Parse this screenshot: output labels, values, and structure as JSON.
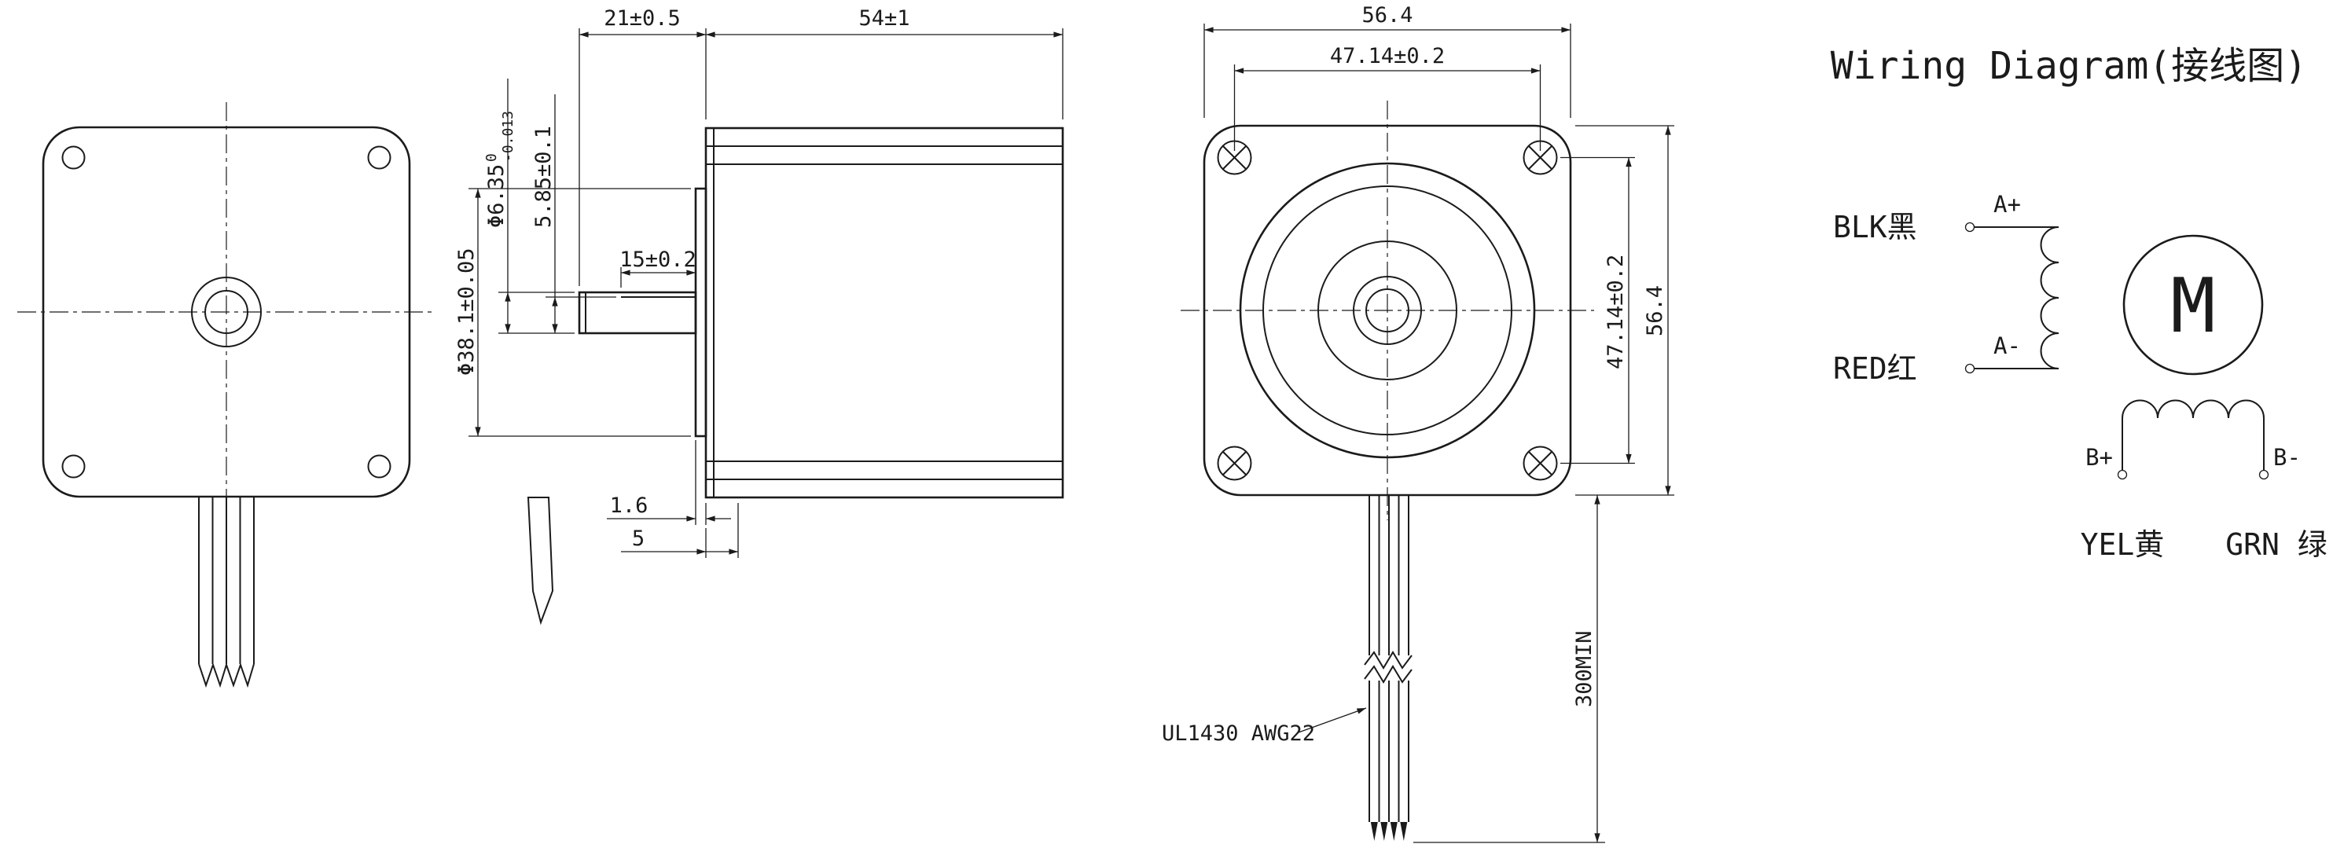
{
  "side_view": {
    "dim_shaft_length": "21±0.5",
    "dim_body_length": "54±1",
    "dim_shaft_dia": "Φ6.35",
    "dim_shaft_dia_tol_upper": "0",
    "dim_shaft_dia_tol_lower": "-0.013",
    "dim_shaft_flat": "5.85±0.1",
    "dim_flat_length": "15±0.2",
    "dim_pilot_dia": "Φ38.1±0.05",
    "dim_pilot_height": "1.6",
    "dim_face_offset": "5"
  },
  "rear_view": {
    "dim_width_top": "56.4",
    "dim_hole_spacing_top": "47.14±0.2",
    "dim_hole_spacing_side": "47.14±0.2",
    "dim_width_side": "56.4",
    "dim_lead_length": "300MIN",
    "label_wire_spec": "UL1430 AWG22"
  },
  "wiring_diagram": {
    "title": "Wiring Diagram(接线图)",
    "lead_a_plus_color": "BLK黑",
    "terminal_a_plus": "A+",
    "lead_a_minus_color": "RED红",
    "terminal_a_minus": "A-",
    "motor_symbol": "M",
    "terminal_b_plus": "B+",
    "terminal_b_minus": "B-",
    "lead_b_plus_color": "YEL黄",
    "lead_b_minus_color": "GRN 绿"
  }
}
